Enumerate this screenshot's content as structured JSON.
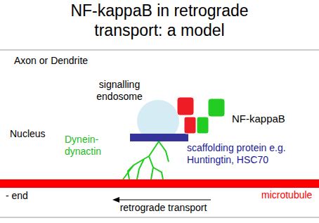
{
  "diagram": {
    "title": "NF-kappaB in retrograde transport: a model",
    "labels": [
      "Axon or Dendrite",
      "Nucleus",
      "signalling endosome",
      "NF-kappaB",
      "Dynein- dynactin",
      "scaffolding protein e.g. Huntingtin, HSC70",
      "- end",
      "microtubule",
      "retrograde transport"
    ]
  }
}
